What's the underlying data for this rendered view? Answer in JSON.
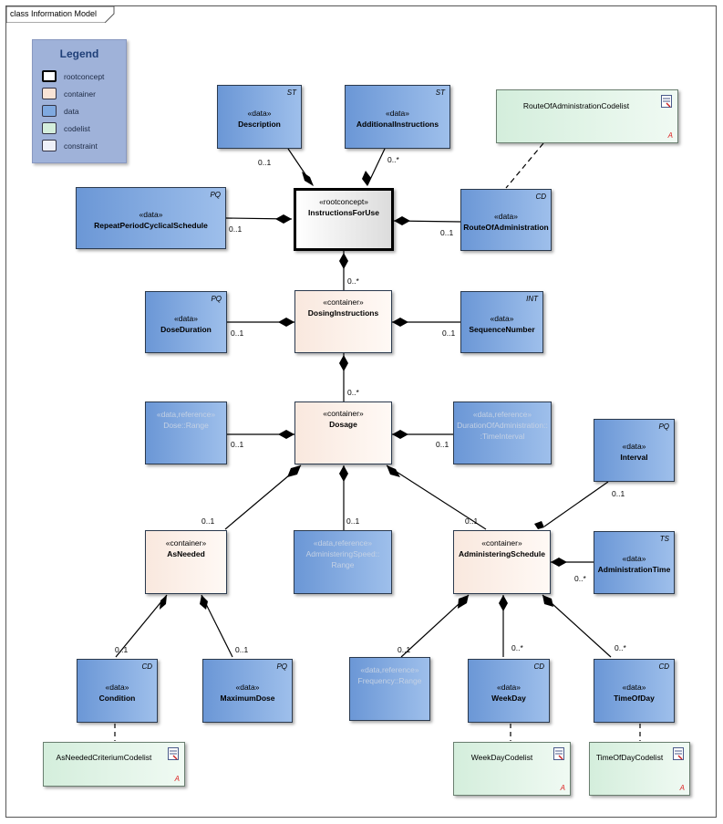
{
  "frame": {
    "title": "class Information Model"
  },
  "legend": {
    "title": "Legend",
    "items": [
      {
        "label": "rootconcept",
        "color": "#ffffff"
      },
      {
        "label": "container",
        "color": "#f9e3d6"
      },
      {
        "label": "data",
        "color": "#7fa9e0"
      },
      {
        "label": "codelist",
        "color": "#d4eedc"
      },
      {
        "label": "constraint",
        "color": "#eef0f8"
      }
    ]
  },
  "nodes": {
    "description": {
      "stereotype": "«data»",
      "name": "Description",
      "type": "ST"
    },
    "additional_instructions": {
      "stereotype": "«data»",
      "name": "AdditionalInstructions",
      "type": "ST"
    },
    "route_codelist": {
      "name": "RouteOfAdministrationCodelist",
      "badge": "A"
    },
    "repeat_period": {
      "stereotype": "«data»",
      "name": "RepeatPeriodCyclicalSchedule",
      "type": "PQ"
    },
    "instructions_for_use": {
      "stereotype": "«rootconcept»",
      "name": "InstructionsForUse"
    },
    "route_of_administration": {
      "stereotype": "«data»",
      "name": "RouteOfAdministration",
      "type": "CD"
    },
    "dose_duration": {
      "stereotype": "«data»",
      "name": "DoseDuration",
      "type": "PQ"
    },
    "dosing_instructions": {
      "stereotype": "«container»",
      "name": "DosingInstructions"
    },
    "sequence_number": {
      "stereotype": "«data»",
      "name": "SequenceNumber",
      "type": "INT"
    },
    "dose_range": {
      "stereotype": "«data,reference»",
      "name": "Dose::Range"
    },
    "dosage": {
      "stereotype": "«container»",
      "name": "Dosage"
    },
    "duration_of_administration": {
      "stereotype": "«data,reference»",
      "name": "DurationOfAdministration::",
      "name2": ":TimeInterval"
    },
    "interval": {
      "stereotype": "«data»",
      "name": "Interval",
      "type": "PQ"
    },
    "as_needed": {
      "stereotype": "«container»",
      "name": "AsNeeded"
    },
    "administering_speed": {
      "stereotype": "«data,reference»",
      "name": "AdministeringSpeed::",
      "name2": "Range"
    },
    "administering_schedule": {
      "stereotype": "«container»",
      "name": "AdministeringSchedule"
    },
    "administration_time": {
      "stereotype": "«data»",
      "name": "AdministrationTime",
      "type": "TS"
    },
    "condition": {
      "stereotype": "«data»",
      "name": "Condition",
      "type": "CD"
    },
    "maximum_dose": {
      "stereotype": "«data»",
      "name": "MaximumDose",
      "type": "PQ"
    },
    "frequency_range": {
      "stereotype": "«data,reference»",
      "name": "Frequency::Range"
    },
    "week_day": {
      "stereotype": "«data»",
      "name": "WeekDay",
      "type": "CD"
    },
    "time_of_day": {
      "stereotype": "«data»",
      "name": "TimeOfDay",
      "type": "CD"
    },
    "as_needed_codelist": {
      "name": "AsNeededCriteriumCodelist",
      "badge": "A"
    },
    "week_day_codelist": {
      "name": "WeekDayCodelist",
      "badge": "A"
    },
    "time_of_day_codelist": {
      "name": "TimeOfDayCodelist",
      "badge": "A"
    }
  },
  "multiplicities": {
    "description": "0..1",
    "additional_instructions": "0..*",
    "repeat_period": "0..1",
    "route_of_administration": "0..1",
    "dosing_instructions": "0..*",
    "dose_duration": "0..1",
    "sequence_number": "0..1",
    "dosage": "0..*",
    "dose_range": "0..1",
    "duration_of_administration": "0..1",
    "interval": "0..1",
    "as_needed": "0..1",
    "administering_speed": "0..1",
    "administering_schedule": "0..1",
    "administration_time": "0..*",
    "condition": "0..1",
    "maximum_dose": "0..1",
    "frequency_range": "0..1",
    "week_day": "0..*",
    "time_of_day": "0..*"
  }
}
